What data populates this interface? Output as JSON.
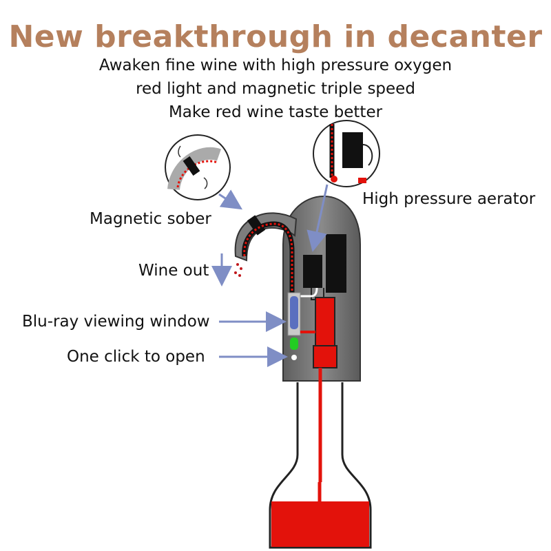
{
  "title": "New breakthrough in decanter",
  "subtitle_lines": [
    "Awaken fine wine with high pressure oxygen",
    "red light and magnetic triple speed",
    "Make red wine taste better"
  ],
  "callouts": {
    "magnetic_sober": "Magnetic sober",
    "high_pressure_aerator": "High pressure aerator",
    "wine_out": "Wine out",
    "bluray_window": "Blu-ray viewing window",
    "one_click_open": "One click to open"
  },
  "colors": {
    "title": "#b5805d",
    "arrow": "#7f8ec5",
    "body": "#6f6f6f",
    "wine_red": "#e3120b",
    "window_blue": "#5a6fbf",
    "button_green": "#22cc22"
  },
  "icons": [
    "magnet-detail-icon",
    "aerator-detail-icon"
  ]
}
